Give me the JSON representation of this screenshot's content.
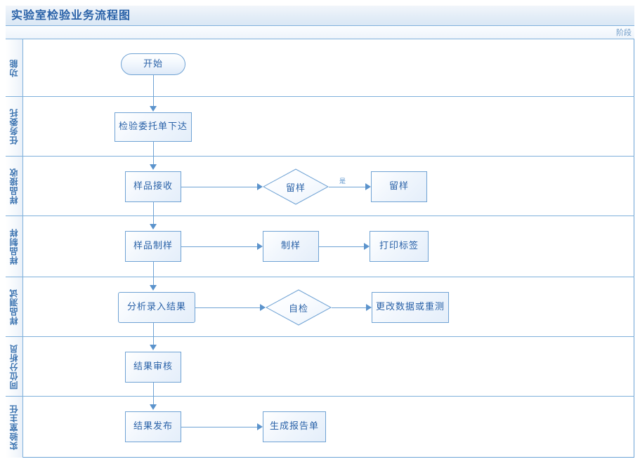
{
  "diagram": {
    "title": "实验室检验业务流程图",
    "phase_header": "阶段",
    "accent_color": "#2a62a8",
    "border_color": "#6fa2d4",
    "lanes": [
      {
        "id": "lane-function",
        "label": "功能",
        "nodes": [
          {
            "id": "start",
            "label": "开始",
            "shape": "stadium"
          }
        ]
      },
      {
        "id": "lane-task-entrust",
        "label": "任务委托",
        "nodes": [
          {
            "id": "dispatch-order",
            "label": "检验委托单下达",
            "shape": "rectangle"
          }
        ]
      },
      {
        "id": "lane-sample-receive",
        "label": "样品接收",
        "nodes": [
          {
            "id": "sample-receive",
            "label": "样品接收",
            "shape": "rectangle"
          },
          {
            "id": "retain-decision",
            "label": "留样",
            "shape": "diamond"
          },
          {
            "id": "retain-sample",
            "label": "留样",
            "shape": "rectangle"
          }
        ],
        "edge_labels": [
          {
            "id": "yes-label",
            "label": "是"
          }
        ]
      },
      {
        "id": "lane-sample-prep",
        "label": "样品制样",
        "nodes": [
          {
            "id": "sample-prep",
            "label": "样品制样",
            "shape": "rectangle"
          },
          {
            "id": "prep",
            "label": "制样",
            "shape": "rectangle"
          },
          {
            "id": "print-label",
            "label": "打印标签",
            "shape": "rectangle"
          }
        ]
      },
      {
        "id": "lane-sample-test",
        "label": "样品测试",
        "nodes": [
          {
            "id": "enter-results",
            "label": "分析录入结果",
            "shape": "rounded"
          },
          {
            "id": "self-check",
            "label": "自检",
            "shape": "diamond"
          },
          {
            "id": "modify-or-retest",
            "label": "更改数据或重测",
            "shape": "rectangle"
          }
        ]
      },
      {
        "id": "lane-analyst",
        "label": "同位分析员",
        "nodes": [
          {
            "id": "result-review",
            "label": "结果审核",
            "shape": "rectangle"
          }
        ]
      },
      {
        "id": "lane-lab-director",
        "label": "实验室主任",
        "nodes": [
          {
            "id": "result-publish",
            "label": "结果发布",
            "shape": "rectangle"
          },
          {
            "id": "generate-report",
            "label": "生成报告单",
            "shape": "rectangle"
          }
        ]
      }
    ]
  }
}
